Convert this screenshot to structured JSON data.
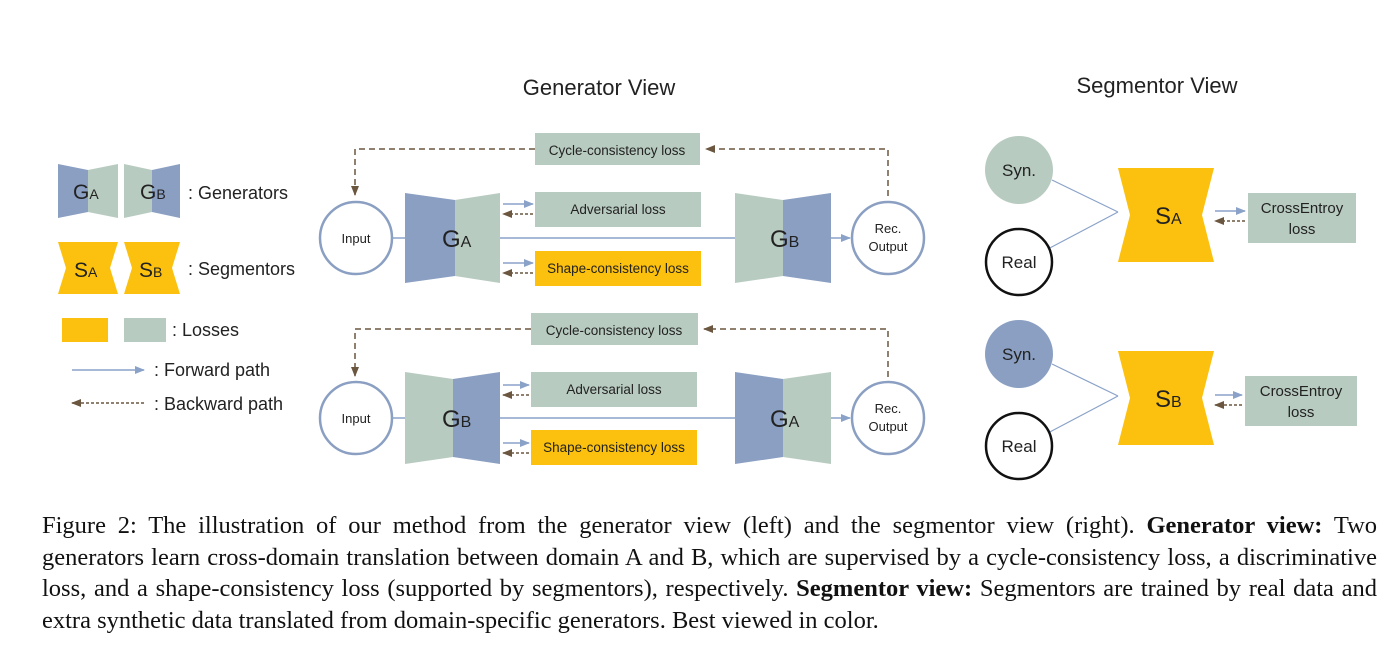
{
  "generator_view": {
    "title": "Generator View",
    "pipeline_top": {
      "input": "Input",
      "gen1": {
        "main": "G",
        "sub": "A"
      },
      "gen2": {
        "main": "G",
        "sub": "B"
      },
      "output_line1": "Rec.",
      "output_line2": "Output",
      "cycle_loss": "Cycle-consistency loss",
      "adversarial_loss": "Adversarial loss",
      "shape_loss": "Shape-consistency loss"
    },
    "pipeline_bottom": {
      "input": "Input",
      "gen1": {
        "main": "G",
        "sub": "B"
      },
      "gen2": {
        "main": "G",
        "sub": "A"
      },
      "output_line1": "Rec.",
      "output_line2": "Output",
      "cycle_loss": "Cycle-consistency loss",
      "adversarial_loss": "Adversarial loss",
      "shape_loss": "Shape-consistency loss"
    }
  },
  "legend": {
    "gen_a": {
      "main": "G",
      "sub": "A"
    },
    "gen_b": {
      "main": "G",
      "sub": "B"
    },
    "generators": ": Generators",
    "seg_a": {
      "main": "S",
      "sub": "A"
    },
    "seg_b": {
      "main": "S",
      "sub": "B"
    },
    "segmentors": ": Segmentors",
    "losses": ": Losses",
    "forward": ": Forward path",
    "backward": ": Backward path"
  },
  "segmentor_view": {
    "title": "Segmentor View",
    "top": {
      "syn": "Syn.",
      "real": "Real",
      "seg": {
        "main": "S",
        "sub": "A"
      },
      "loss_line1": "CrossEntroy",
      "loss_line2": "loss"
    },
    "bottom": {
      "syn": "Syn.",
      "real": "Real",
      "seg": {
        "main": "S",
        "sub": "B"
      },
      "loss_line1": "CrossEntroy",
      "loss_line2": "loss"
    }
  },
  "caption": {
    "part1": "Figure 2: The illustration of our method from the generator view (left) and the segmentor view (right).",
    "bold1": "Generator view:",
    "part2": "Two generators learn cross-domain translation between domain A and B, which are supervised by a cycle-consistency loss, a discriminative loss, and a shape-consistency loss (supported by segmentors), respectively.",
    "bold2": "Segmentor view:",
    "part3": "Segmentors are trained by real data and extra synthetic data translated from domain-specific generators. Best viewed in color."
  },
  "colors": {
    "generator_blue": "#8a9fc2",
    "generator_gray": "#b8cbc0",
    "segmentor_yellow": "#fcc10e",
    "loss_gray": "#b8cbc0",
    "loss_yellow": "#fcc10e",
    "backward_arrow": "#6b5640",
    "forward_arrow": "#8aa2c8"
  }
}
